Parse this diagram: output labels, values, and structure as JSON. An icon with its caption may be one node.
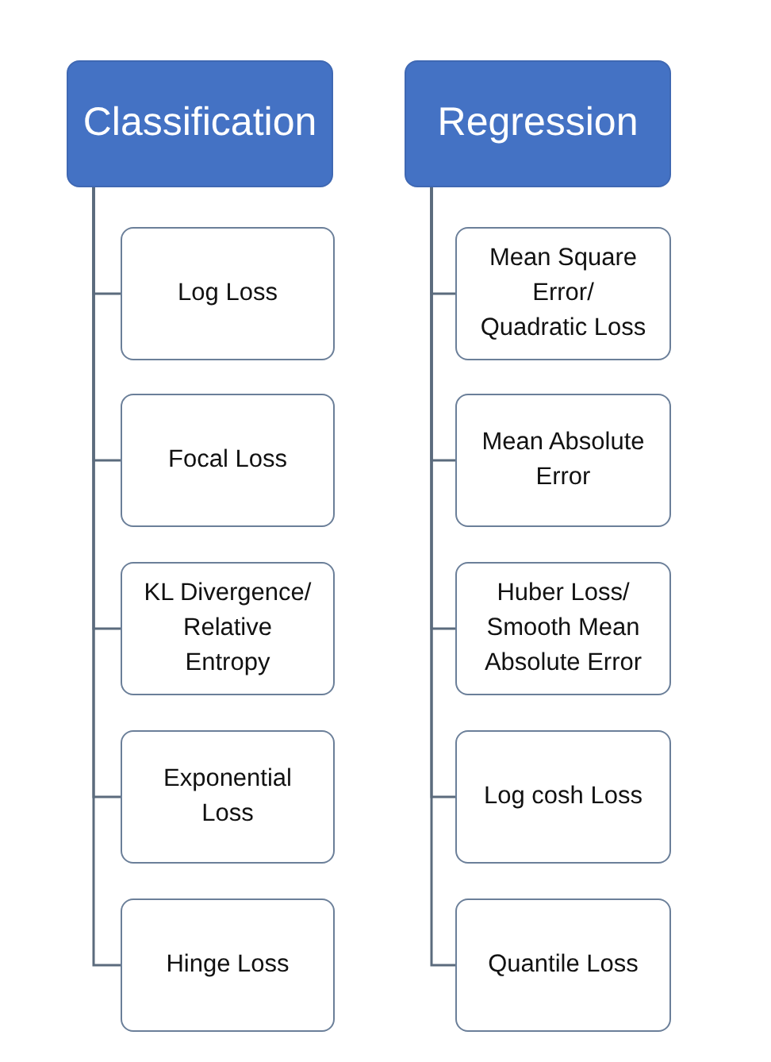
{
  "diagram": {
    "nodes": [
      {
        "text": [
          "Classification"
        ]
      },
      {
        "text": [
          "Log Loss"
        ]
      },
      {
        "text": [
          "Focal Loss"
        ]
      },
      {
        "text": [
          "KL Divergence/ Relative Entropy"
        ]
      },
      {
        "text": [
          "Exponential Loss"
        ]
      },
      {
        "text": [
          "Hinge Loss"
        ]
      },
      {
        "text": [
          "Regression"
        ]
      },
      {
        "text": [
          "Mean Square Error/ Quadratic Loss"
        ]
      },
      {
        "text": [
          "Mean Absolute Error"
        ]
      },
      {
        "text": [
          "Huber Loss/ Smooth Mean Absolute Error"
        ]
      },
      {
        "text": [
          "Log cosh Loss"
        ]
      },
      {
        "text": [
          "Quantile Loss"
        ]
      }
    ],
    "edges": [
      {
        "from": 0,
        "to": 1,
        "arrow": "none"
      },
      {
        "from": 0,
        "to": 2,
        "arrow": "none"
      },
      {
        "from": 0,
        "to": 3,
        "arrow": "none"
      },
      {
        "from": 0,
        "to": 4,
        "arrow": "none"
      },
      {
        "from": 0,
        "to": 5,
        "arrow": "none"
      },
      {
        "from": 6,
        "to": 7,
        "arrow": "none"
      },
      {
        "from": 6,
        "to": 8,
        "arrow": "none"
      },
      {
        "from": 6,
        "to": 9,
        "arrow": "none"
      },
      {
        "from": 6,
        "to": 10,
        "arrow": "none"
      },
      {
        "from": 6,
        "to": 11,
        "arrow": "none"
      }
    ]
  }
}
